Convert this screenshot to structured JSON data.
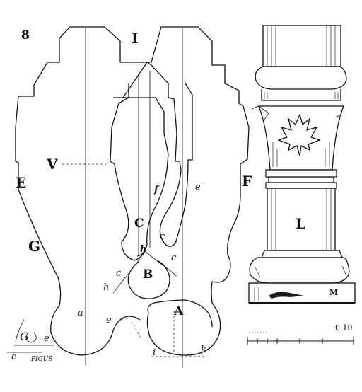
{
  "figure": {
    "number": "8",
    "labels": {
      "I": "I",
      "V": "V",
      "E": "E",
      "F": "F",
      "G": "G",
      "f": "f",
      "e_prime": "e'",
      "C": "C",
      "c": "c",
      "h": "h",
      "B": "B",
      "e": "e",
      "a": "a",
      "A": "A",
      "i": "i",
      "k": "k",
      "L": "L",
      "M": "M",
      "scale": "0.10",
      "signature": "PIGUS"
    }
  },
  "colors": {
    "ink": "#111111",
    "paper": "#ffffff"
  }
}
